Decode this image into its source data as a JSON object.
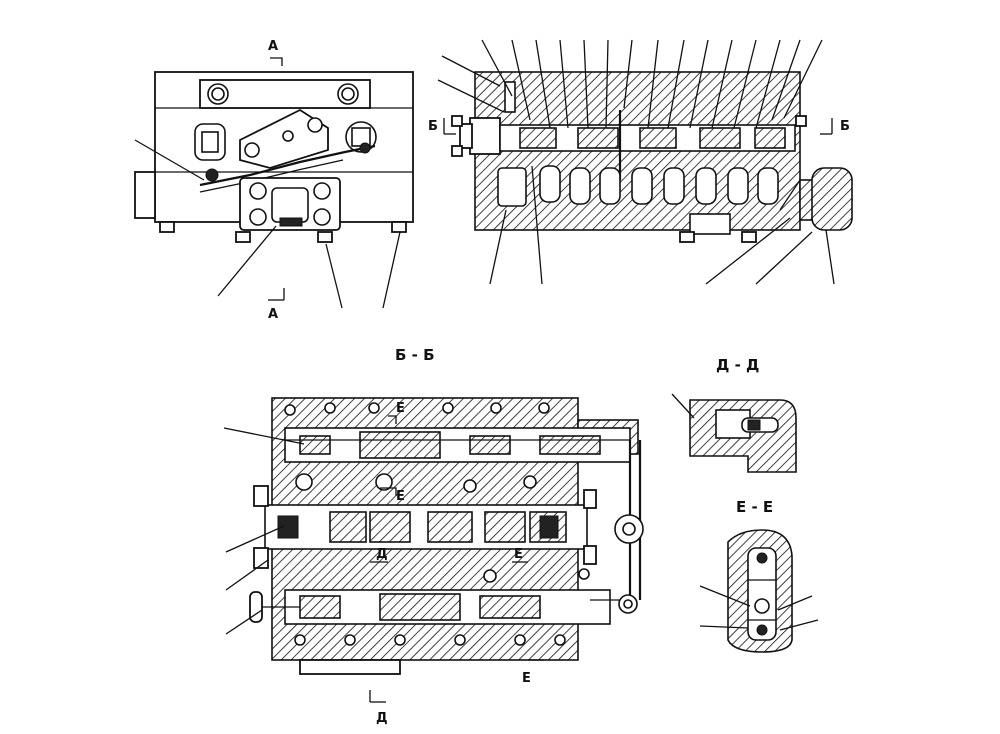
{
  "labels": {
    "section_bb_title": "Б - Б",
    "section_dd_title": "Д - Д",
    "section_ee_title": "Е - Е",
    "mark_a_top": "А",
    "mark_a_bottom": "А",
    "mark_b_left": "Б",
    "mark_b_right": "Б",
    "mark_e_1": "Е",
    "mark_e_2": "Е",
    "mark_d_1": "Д",
    "mark_e_3": "Е",
    "mark_e_4": "Е",
    "mark_d_bottom": "Д"
  }
}
